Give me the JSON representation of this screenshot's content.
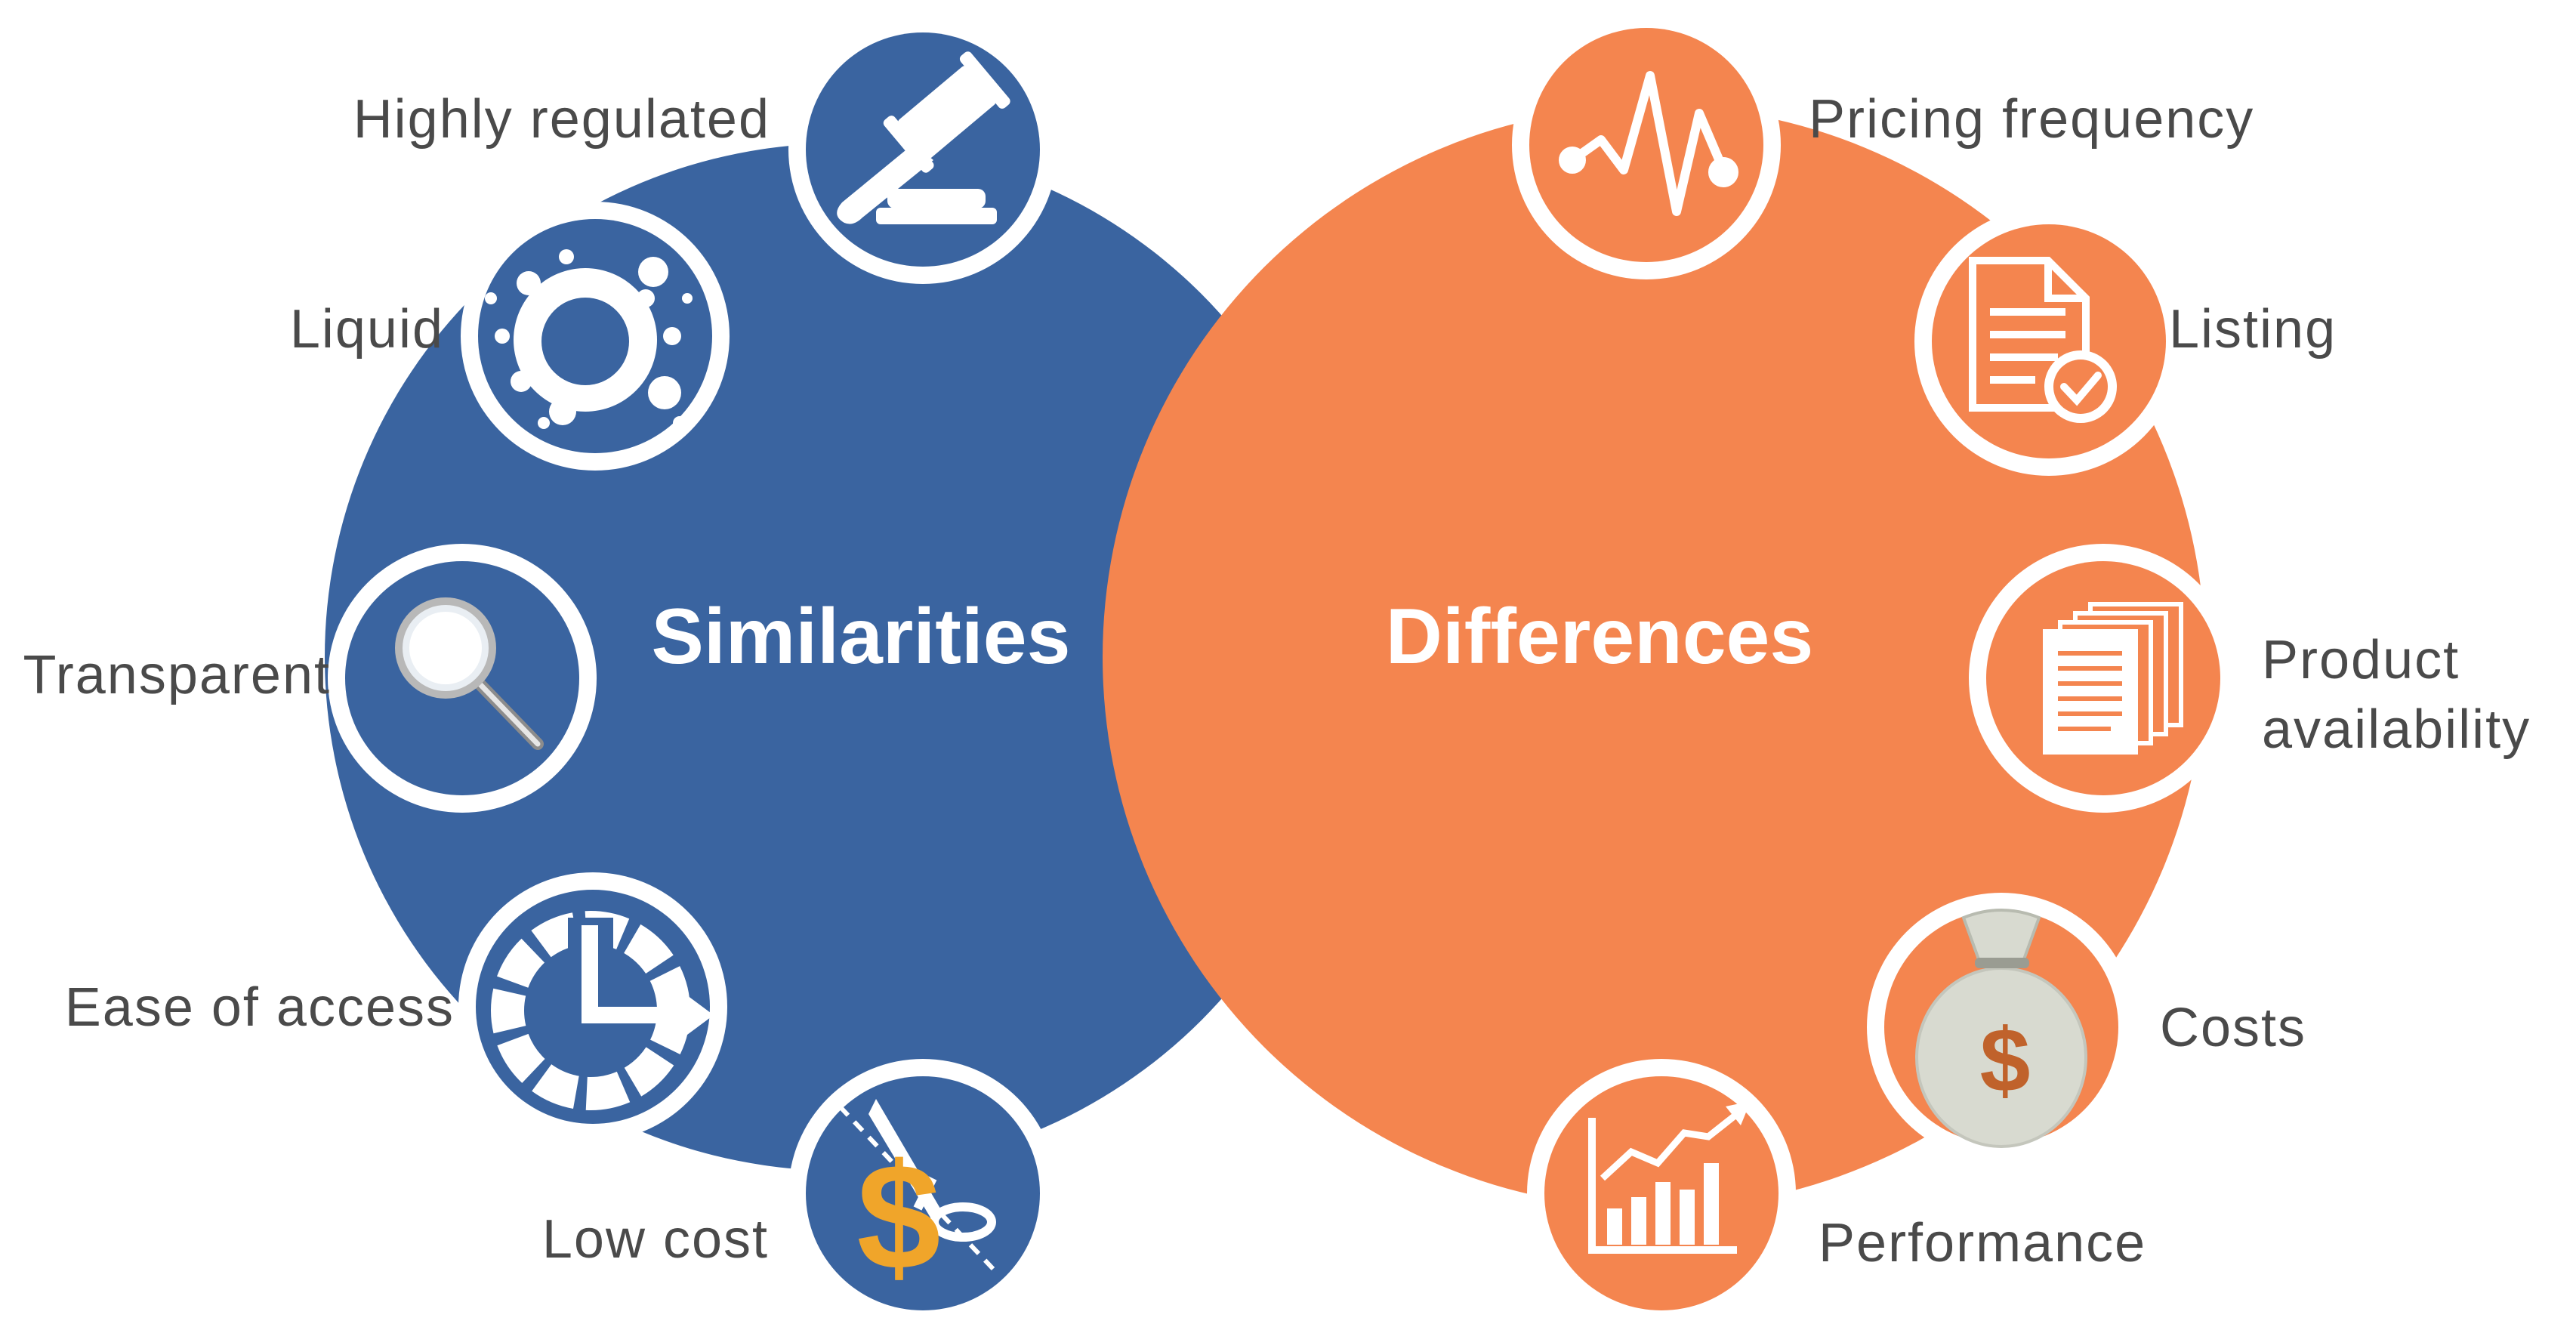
{
  "colors": {
    "similarities": "#3a64a0",
    "differences": "#f4854f",
    "text": "#4a4a4a",
    "icon_accent": "#f0a52a",
    "money_accent": "#c0622b"
  },
  "similarities": {
    "title": "Similarities",
    "items": [
      {
        "label": "Highly regulated",
        "icon": "gavel-icon"
      },
      {
        "label": "Liquid",
        "icon": "splash-icon"
      },
      {
        "label": "Transparent",
        "icon": "magnifier-icon"
      },
      {
        "label": "Ease of access",
        "icon": "access-arrow-icon"
      },
      {
        "label": "Low cost",
        "icon": "scissors-dollar-icon"
      }
    ]
  },
  "differences": {
    "title": "Differences",
    "items": [
      {
        "label": "Pricing frequency",
        "icon": "pulse-icon"
      },
      {
        "label": "Listing",
        "icon": "checked-document-icon"
      },
      {
        "label": "Product",
        "label2": "availability",
        "icon": "document-stack-icon"
      },
      {
        "label": "Costs",
        "icon": "money-bag-icon"
      },
      {
        "label": "Performance",
        "icon": "growth-chart-icon"
      }
    ]
  },
  "money_symbol": "$"
}
